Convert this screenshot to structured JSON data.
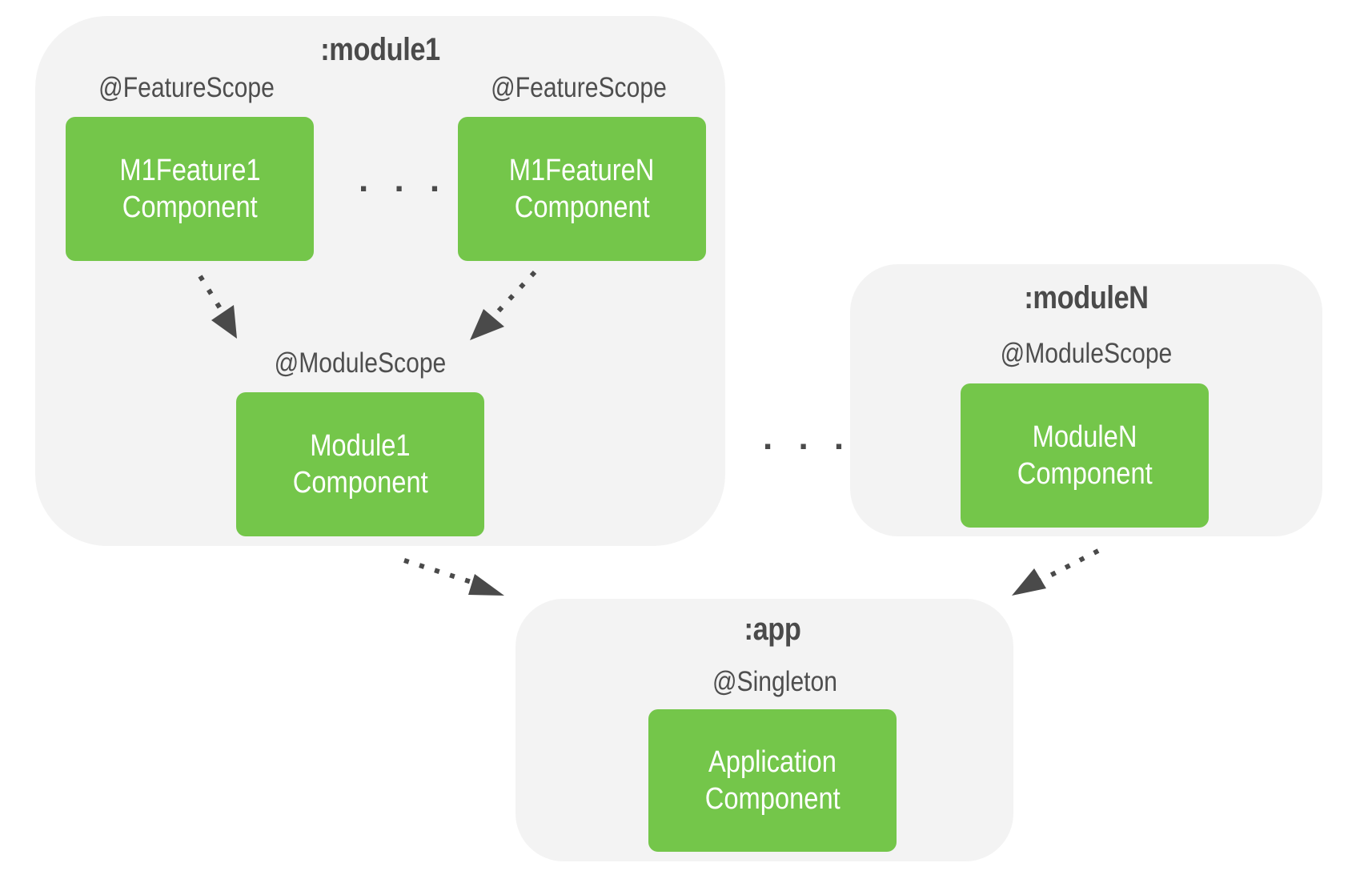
{
  "colors": {
    "module_bg": "#f3f3f3",
    "component_bg": "#74c64a",
    "component_text": "#ffffff",
    "arrow": "#4a4a4a"
  },
  "module1": {
    "title": ":module1",
    "feature_scope_1": "@FeatureScope",
    "feature_scope_n": "@FeatureScope",
    "feature1": {
      "line1": "M1Feature1",
      "line2": "Component"
    },
    "featureN": {
      "line1": "M1FeatureN",
      "line2": "Component"
    },
    "features_ellipsis": ". . .",
    "module_scope": "@ModuleScope",
    "component": {
      "line1": "Module1",
      "line2": "Component"
    }
  },
  "modules_ellipsis": ". . .",
  "moduleN": {
    "title": ":moduleN",
    "module_scope": "@ModuleScope",
    "component": {
      "line1": "ModuleN",
      "line2": "Component"
    }
  },
  "app": {
    "title": ":app",
    "scope": "@Singleton",
    "component": {
      "line1": "Application",
      "line2": "Component"
    }
  }
}
